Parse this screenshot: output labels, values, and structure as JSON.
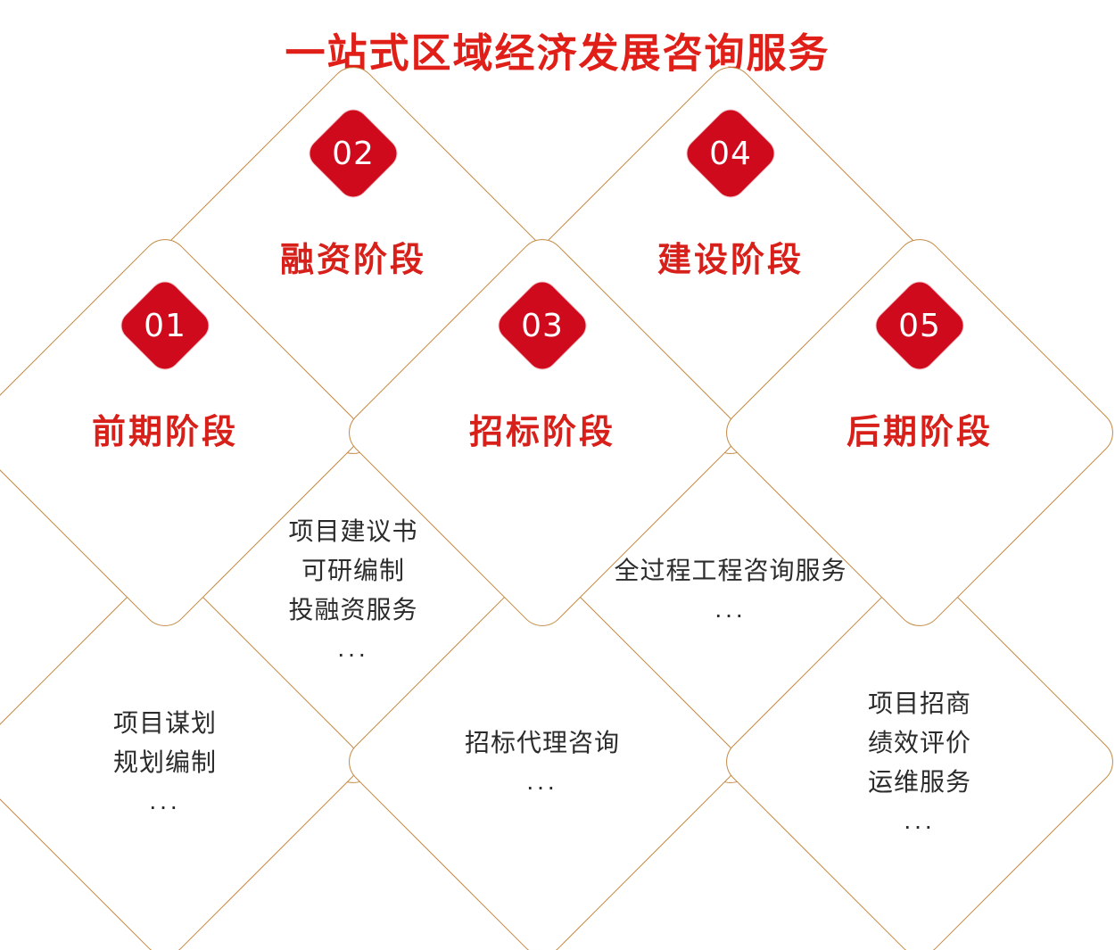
{
  "header": {
    "title": "一站式区域经济发展咨询服务"
  },
  "colors": {
    "title_red": "#e01f19",
    "stage_red": "#d8201b",
    "badge_red": "#cf0a1d",
    "gold_stroke": "#c38a44",
    "body_text": "#2b2b2b",
    "background": "#ffffff"
  },
  "stages": [
    {
      "number": "01",
      "title": "前期阶段",
      "services": [
        "项目谋划",
        "规划编制"
      ],
      "ellipsis": "..."
    },
    {
      "number": "02",
      "title": "融资阶段",
      "services": [
        "项目建议书",
        "可研编制",
        "投融资服务"
      ],
      "ellipsis": "..."
    },
    {
      "number": "03",
      "title": "招标阶段",
      "services": [
        "招标代理咨询"
      ],
      "ellipsis": "..."
    },
    {
      "number": "04",
      "title": "建设阶段",
      "services": [
        "全过程工程咨询服务"
      ],
      "ellipsis": "..."
    },
    {
      "number": "05",
      "title": "后期阶段",
      "services": [
        "项目招商",
        "绩效评价",
        "运维服务"
      ],
      "ellipsis": "..."
    }
  ]
}
